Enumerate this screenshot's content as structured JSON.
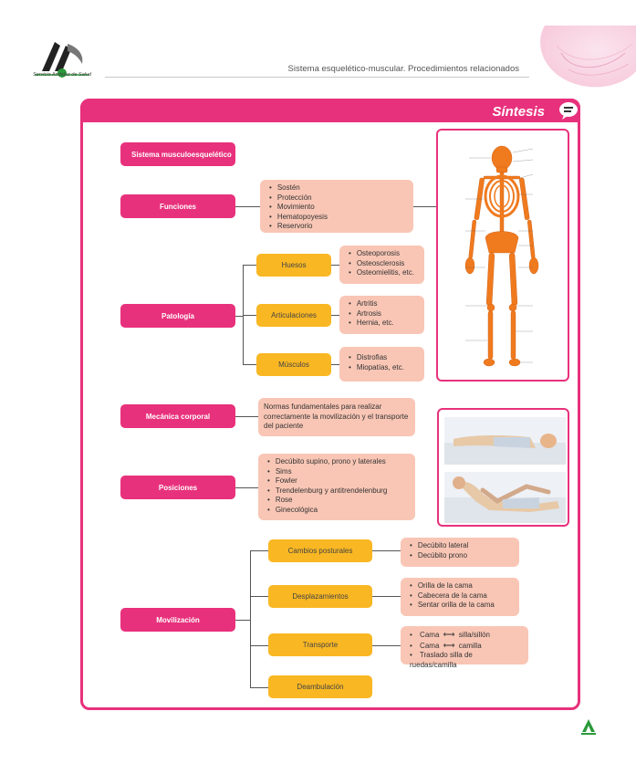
{
  "header": {
    "logo_text": "Servicio Andaluz de Salud",
    "title": "Sistema esquelético-muscular. Procedimientos relacionados"
  },
  "frame": {
    "title": "Síntesis"
  },
  "main_nodes": {
    "sistema": "Sistema musculoesquelético",
    "funciones": "Funciones",
    "patologia": "Patología",
    "mecanica": "Mecánica corporal",
    "posiciones": "Posiciones",
    "movilizacion": "Movilización"
  },
  "funciones_list": [
    "Sostén",
    "Protección",
    "Movimiento",
    "Hematopoyesis",
    "Reservorio"
  ],
  "patologia": {
    "huesos": {
      "label": "Huesos",
      "items": [
        "Osteoporosis",
        "Osteosclerosis",
        "Osteomielitis, etc."
      ]
    },
    "articulaciones": {
      "label": "Articulaciones",
      "items": [
        "Artritis",
        "Artrosis",
        "Hernia, etc."
      ]
    },
    "musculos": {
      "label": "Músculos",
      "items": [
        "Distrofias",
        "Miopatías, etc."
      ]
    }
  },
  "mecanica_text": "Normas fundamentales para realizar correctamente la movilización y el transporte del paciente",
  "posiciones_list": [
    "Decúbito supino, prono y laterales",
    "Sims",
    "Fowler",
    "Trendelenburg y antitrendelenburg",
    "Rose",
    "Ginecológica"
  ],
  "movilizacion": {
    "cambios": {
      "label": "Cambios posturales",
      "items": [
        "Decúbito lateral",
        "Decúbito prono"
      ]
    },
    "desplazamientos": {
      "label": "Desplazamientos",
      "items": [
        "Orilla de la cama",
        "Cabecera de la cama",
        "Sentar orilla de la cama"
      ]
    },
    "transporte": {
      "label": "Transporte",
      "items": [
        {
          "from": "Cama",
          "to": "silla/sillón"
        },
        {
          "from": "Cama",
          "to": "camilla"
        },
        {
          "from": "Traslado silla de ruedas/camilla",
          "to": ""
        }
      ]
    },
    "deambulacion": {
      "label": "Deambulación"
    }
  },
  "colors": {
    "accent": "#e8317c",
    "yellow": "#f9b723",
    "salmon": "#f9c6b5",
    "bone": "#f07a1e"
  },
  "icons": {
    "logo": "sas-logo-icon",
    "speech": "speech-bubble-icon",
    "bottom": "andalucia-logo-icon"
  }
}
